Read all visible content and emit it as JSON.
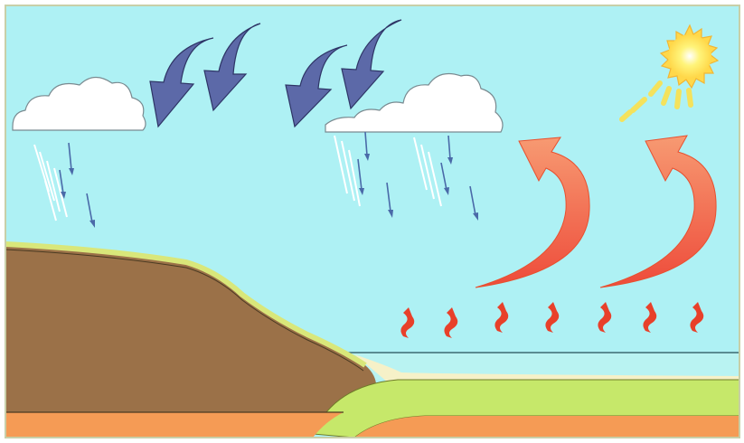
{
  "diagram": {
    "colors": {
      "sky": "#aef1f4",
      "cloud": "#ffffff",
      "cloud_outline": "#7a8a90",
      "wind_arrow": "#5c69a8",
      "wind_arrow_outline": "#2e3566",
      "rain_streak": "#ffffff",
      "rain_drop_arrow": "#4a6aa8",
      "sun_core": "#fff47a",
      "sun_glow": "#ffd84a",
      "sun_ray": "#f4e25c",
      "evaporation_arrow": "#f58b6a",
      "heat_arrow": "#e8402a",
      "land": "#9b7148",
      "land_edge": "#d9e77a",
      "sea": "#b9f3f2",
      "beach": "#f6f1c8",
      "grass": "#c6e86a",
      "soil": "#f59b55"
    },
    "icons": [
      "sun-icon",
      "cloud-icon",
      "wind-arrow-icon",
      "rain-icon",
      "evaporation-arrow-icon",
      "heat-arrow-icon"
    ],
    "counts": {
      "clouds": 2,
      "wind_arrows": 4,
      "evaporation_arrows": 2,
      "heat_arrows": 7
    }
  }
}
